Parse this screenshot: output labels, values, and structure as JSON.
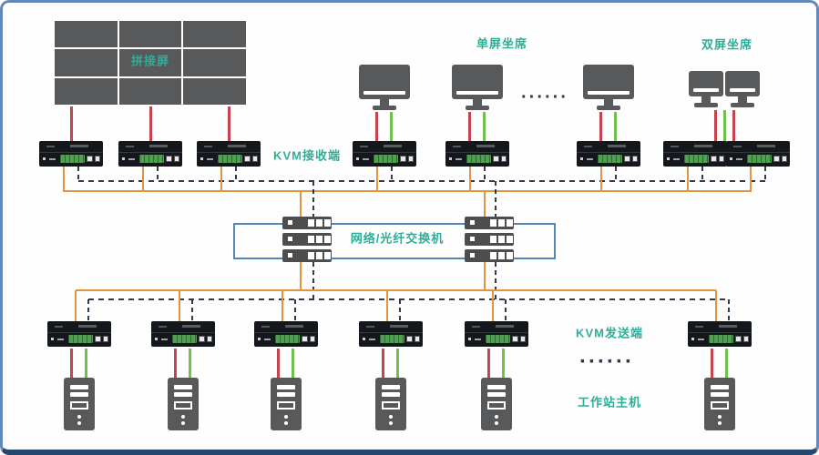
{
  "diagram": {
    "title_none": "",
    "labels": {
      "video_wall": "拼接屏",
      "single_seat": "单屏坐席",
      "dual_seat": "双屏坐席",
      "kvm_receiver": "KVM接收端",
      "switch": "网络/光纤交换机",
      "kvm_transmitter": "KVM发送端",
      "workstation": "工作站主机",
      "receiver_ellipsis": "······",
      "transmitter_ellipsis": "······"
    },
    "colors": {
      "label_teal": "#30ad99",
      "device_black": "#14171b",
      "device_gray": "#58595b",
      "line_red": "#c4454f",
      "line_green": "#71c04e",
      "line_orange": "#e2943f",
      "line_dashed": "#2f3b4a",
      "switch_frame_blue": "#5585b5",
      "green_terminal": "#4f9e52",
      "ellipsis_dark": "#2f3b4a"
    },
    "counts": {
      "wall_rows": 3,
      "wall_cols": 3,
      "single_monitors": 3,
      "dual_monitors": 2,
      "kvm_receivers": 8,
      "switch_stacks": 2,
      "switches_per_stack": 3,
      "kvm_transmitters": 6,
      "workstations": 6
    }
  }
}
